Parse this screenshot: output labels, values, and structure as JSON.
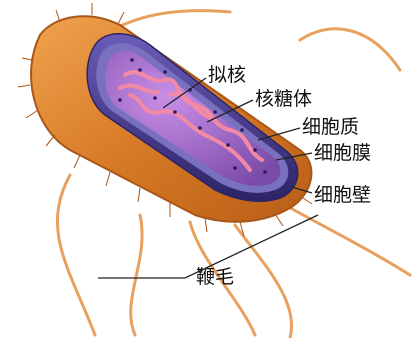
{
  "labels": {
    "nucleoid": "拟核",
    "ribosome": "核糖体",
    "cytoplasm": "细胞质",
    "membrane": "细胞膜",
    "cell_wall": "细胞壁",
    "flagellum": "鞭毛"
  },
  "colors": {
    "capsule": "#d9822b",
    "hair": "#a8561a",
    "flagella": "#e8a05e",
    "cell_wall": "#4d3f8e",
    "membrane": "#7a70c0",
    "cytoplasm": "#8d5fb8",
    "nucleoid": "#f28aa6",
    "ribosome": "#2a1a5e",
    "pointer": "#222222"
  }
}
